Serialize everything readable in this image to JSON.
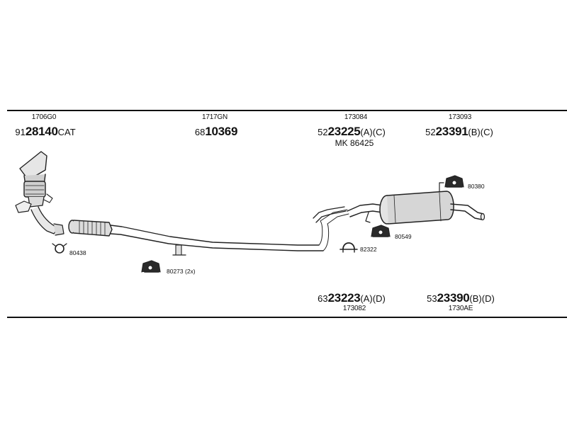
{
  "top_parts": [
    {
      "ref": "1706G0",
      "prefix": "91",
      "bold": "28140",
      "suffix": "CAT"
    },
    {
      "ref": "1717GN",
      "prefix": "68",
      "bold": "10369",
      "suffix": ""
    },
    {
      "ref": "173084",
      "prefix": "52",
      "bold": "23225",
      "suffix": "(A)(C)"
    },
    {
      "ref": "173093",
      "prefix": "52",
      "bold": "23391",
      "suffix": "(B)(C)"
    }
  ],
  "mk_label": "MK  86425",
  "bottom_parts": [
    {
      "ref": "173082",
      "prefix": "63",
      "bold": "23223",
      "suffix": "(A)(D)"
    },
    {
      "ref": "1730AE",
      "prefix": "53",
      "bold": "23390",
      "suffix": "(B)(D)"
    }
  ],
  "callouts": {
    "clamp_80438": "80438",
    "hanger_80273": "80273 (2x)",
    "clamp_82322": "82322",
    "hanger_80549": "80549",
    "hanger_80380": "80380"
  }
}
